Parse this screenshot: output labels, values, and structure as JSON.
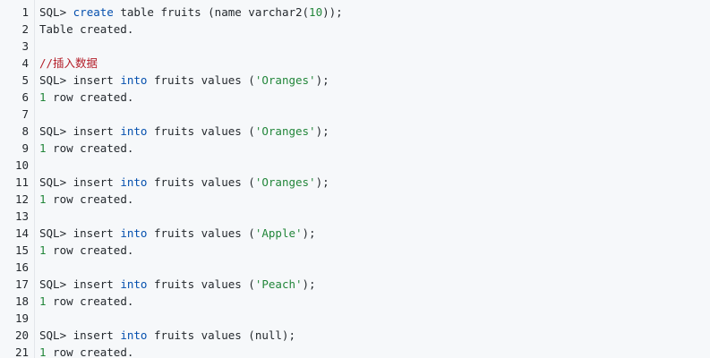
{
  "lines": [
    {
      "num": "1",
      "tokens": [
        {
          "t": "SQL> ",
          "c": "plain"
        },
        {
          "t": "create",
          "c": "kw"
        },
        {
          "t": " table fruits (name varchar2(",
          "c": "plain"
        },
        {
          "t": "10",
          "c": "num"
        },
        {
          "t": "));",
          "c": "plain"
        }
      ]
    },
    {
      "num": "2",
      "tokens": [
        {
          "t": "Table created.",
          "c": "plain"
        }
      ]
    },
    {
      "num": "3",
      "tokens": []
    },
    {
      "num": "4",
      "tokens": [
        {
          "t": "//插入数据",
          "c": "cmt"
        }
      ]
    },
    {
      "num": "5",
      "tokens": [
        {
          "t": "SQL> insert ",
          "c": "plain"
        },
        {
          "t": "into",
          "c": "kw"
        },
        {
          "t": " fruits values (",
          "c": "plain"
        },
        {
          "t": "'Oranges'",
          "c": "str"
        },
        {
          "t": ");",
          "c": "plain"
        }
      ]
    },
    {
      "num": "6",
      "tokens": [
        {
          "t": "1",
          "c": "num"
        },
        {
          "t": " row created.",
          "c": "plain"
        }
      ]
    },
    {
      "num": "7",
      "tokens": []
    },
    {
      "num": "8",
      "tokens": [
        {
          "t": "SQL> insert ",
          "c": "plain"
        },
        {
          "t": "into",
          "c": "kw"
        },
        {
          "t": " fruits values (",
          "c": "plain"
        },
        {
          "t": "'Oranges'",
          "c": "str"
        },
        {
          "t": ");",
          "c": "plain"
        }
      ]
    },
    {
      "num": "9",
      "tokens": [
        {
          "t": "1",
          "c": "num"
        },
        {
          "t": " row created.",
          "c": "plain"
        }
      ]
    },
    {
      "num": "10",
      "tokens": []
    },
    {
      "num": "11",
      "tokens": [
        {
          "t": "SQL> insert ",
          "c": "plain"
        },
        {
          "t": "into",
          "c": "kw"
        },
        {
          "t": " fruits values (",
          "c": "plain"
        },
        {
          "t": "'Oranges'",
          "c": "str"
        },
        {
          "t": ");",
          "c": "plain"
        }
      ]
    },
    {
      "num": "12",
      "tokens": [
        {
          "t": "1",
          "c": "num"
        },
        {
          "t": " row created.",
          "c": "plain"
        }
      ]
    },
    {
      "num": "13",
      "tokens": []
    },
    {
      "num": "14",
      "tokens": [
        {
          "t": "SQL> insert ",
          "c": "plain"
        },
        {
          "t": "into",
          "c": "kw"
        },
        {
          "t": " fruits values (",
          "c": "plain"
        },
        {
          "t": "'Apple'",
          "c": "str"
        },
        {
          "t": ");",
          "c": "plain"
        }
      ]
    },
    {
      "num": "15",
      "tokens": [
        {
          "t": "1",
          "c": "num"
        },
        {
          "t": " row created.",
          "c": "plain"
        }
      ]
    },
    {
      "num": "16",
      "tokens": []
    },
    {
      "num": "17",
      "tokens": [
        {
          "t": "SQL> insert ",
          "c": "plain"
        },
        {
          "t": "into",
          "c": "kw"
        },
        {
          "t": " fruits values (",
          "c": "plain"
        },
        {
          "t": "'Peach'",
          "c": "str"
        },
        {
          "t": ");",
          "c": "plain"
        }
      ]
    },
    {
      "num": "18",
      "tokens": [
        {
          "t": "1",
          "c": "num"
        },
        {
          "t": " row created.",
          "c": "plain"
        }
      ]
    },
    {
      "num": "19",
      "tokens": []
    },
    {
      "num": "20",
      "tokens": [
        {
          "t": "SQL> insert ",
          "c": "plain"
        },
        {
          "t": "into",
          "c": "kw"
        },
        {
          "t": " fruits values (null);",
          "c": "plain"
        }
      ]
    },
    {
      "num": "21",
      "tokens": [
        {
          "t": "1",
          "c": "num"
        },
        {
          "t": " row created.",
          "c": "plain"
        }
      ]
    }
  ],
  "colors": {
    "background": "#f6f8fa",
    "keyword": "#0550ae",
    "string": "#22863a",
    "number": "#22863a",
    "comment": "#b31d28",
    "text": "#24292e"
  }
}
